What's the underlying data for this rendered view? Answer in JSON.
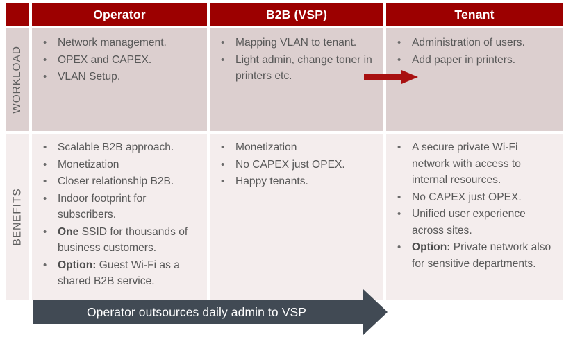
{
  "colors": {
    "header_red": "#9C0000",
    "arrow_red": "#A81010",
    "banner_gray": "#414A54",
    "row_workload_bg": "#DCCFCF",
    "row_benefits_bg": "#F4EDED",
    "text_gray": "#585858"
  },
  "table": {
    "headers": {
      "corner": "",
      "operator": "Operator",
      "b2b": "B2B (VSP)",
      "tenant": "Tenant"
    },
    "rows": [
      {
        "label": "WORKLOAD",
        "operator": [
          {
            "text": "Network management."
          },
          {
            "text": "OPEX and CAPEX."
          },
          {
            "text": "VLAN Setup."
          }
        ],
        "b2b": [
          {
            "text": "Mapping VLAN to tenant."
          },
          {
            "text": "Light admin, change toner in printers etc."
          }
        ],
        "tenant": [
          {
            "text": "Administration of users."
          },
          {
            "text": "Add paper in printers."
          }
        ]
      },
      {
        "label": "BENEFITS",
        "operator": [
          {
            "text": "Scalable B2B approach."
          },
          {
            "text": "Monetization"
          },
          {
            "text": "Closer relationship B2B."
          },
          {
            "text": "Indoor footprint for subscribers."
          },
          {
            "bold": "One",
            "text": " SSID for thousands of business customers."
          },
          {
            "bold": "Option:",
            "text": " Guest Wi-Fi as a shared B2B service."
          }
        ],
        "b2b": [
          {
            "text": "Monetization"
          },
          {
            "text": "No CAPEX just OPEX."
          },
          {
            "text": "Happy tenants."
          }
        ],
        "tenant": [
          {
            "text": "A secure private Wi-Fi network with access to internal resources."
          },
          {
            "text": "No CAPEX just OPEX."
          },
          {
            "text": "Unified user experience across sites."
          },
          {
            "bold": "Option:",
            "text": " Private network also for sensitive departments."
          }
        ]
      }
    ]
  },
  "annotations": {
    "workload_flow_arrow": "right-arrow-icon",
    "banner": {
      "label": "Operator outsources daily admin to VSP",
      "icon": "right-arrow-banner-icon"
    }
  }
}
